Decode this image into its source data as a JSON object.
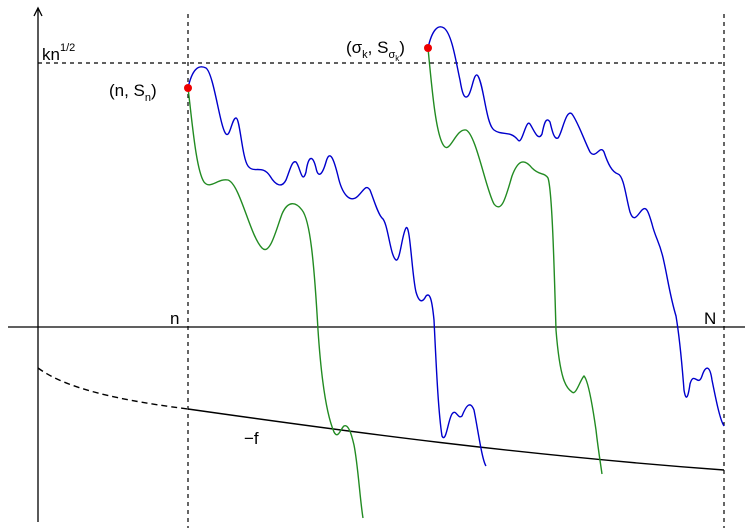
{
  "labels": {
    "level": {
      "base": "kn",
      "sup": "1/2"
    },
    "point_n": {
      "open": "(n, S",
      "sub": "n",
      "close": ")"
    },
    "point_sigma": {
      "open": "(σ",
      "k": "k",
      "mid": ", S",
      "sub": "σ",
      "subsub": "k",
      "close": ")"
    },
    "tick_n": "n",
    "tick_N": "N",
    "boundary": "−f"
  },
  "colors": {
    "axes": "#000000",
    "blue_path": "#0000cc",
    "green_path": "#228b22",
    "marker": "#ee0000"
  }
}
